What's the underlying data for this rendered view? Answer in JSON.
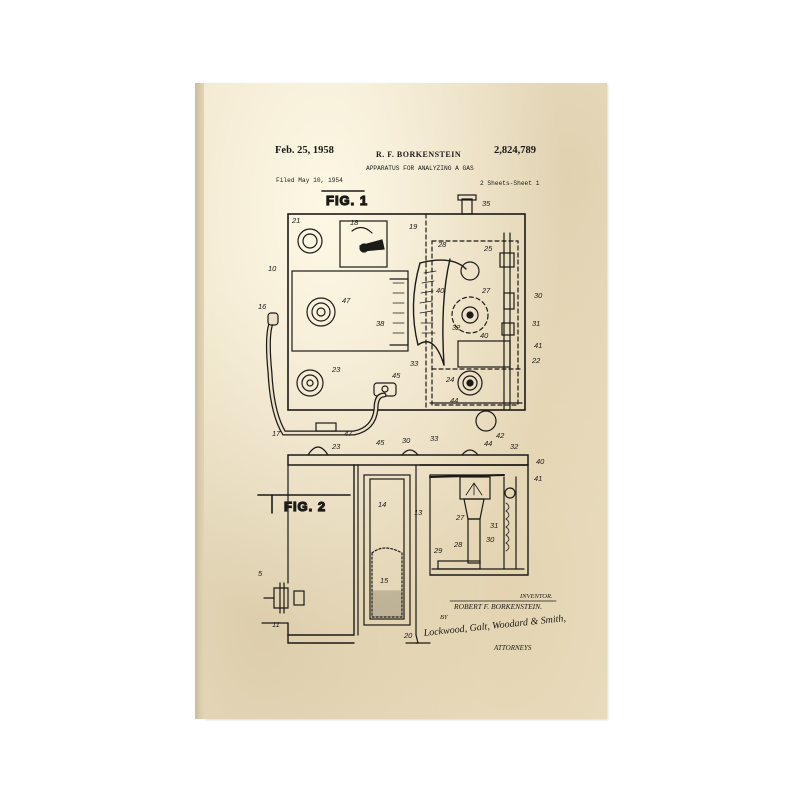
{
  "patent": {
    "date": "Feb. 25, 1958",
    "inventor": "R. F. BORKENSTEIN",
    "number": "2,824,789",
    "title": "APPARATUS FOR ANALYZING A GAS",
    "filed": "Filed May 10, 1954",
    "sheets": "2 Sheets-Sheet 1"
  },
  "figures": {
    "fig1": "FIG. 1",
    "fig2": "FIG. 2"
  },
  "ref_numbers_fig1": [
    "35",
    "21",
    "18",
    "19",
    "10",
    "25",
    "28",
    "47",
    "40",
    "27",
    "30",
    "16",
    "38",
    "32",
    "31",
    "40",
    "41",
    "22",
    "33",
    "23",
    "45",
    "24",
    "44",
    "17",
    "47",
    "42"
  ],
  "ref_numbers_fig2": [
    "45",
    "30",
    "33",
    "44",
    "32",
    "40",
    "23",
    "41",
    "14",
    "13",
    "27",
    "31",
    "30",
    "29",
    "28",
    "5",
    "15",
    "11",
    "20"
  ],
  "signature_block": {
    "inventor_heading": "INVENTOR.",
    "inventor_name": "ROBERT F. BORKENSTEIN.",
    "by": "BY",
    "signature": "Lockwood, Galt, Woodard & Smith,",
    "attorneys": "ATTORNEYS"
  },
  "colors": {
    "ink": "#1c1a16",
    "paper": "#ece1c6",
    "canvas_edge": "#cbbd9c"
  }
}
